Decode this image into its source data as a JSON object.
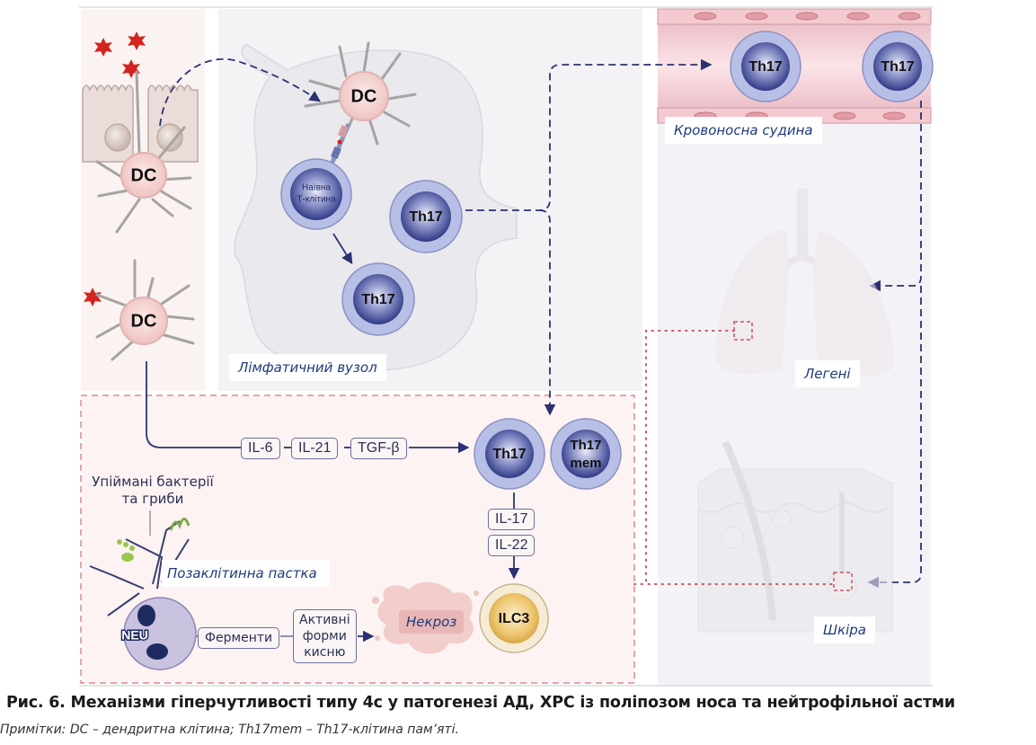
{
  "regions": {
    "lymph_node_label": "Лімфатичний вузол",
    "blood_vessel_label": "Кровоносна судина",
    "lungs_label": "Легені",
    "skin_label": "Шкіра"
  },
  "cells": {
    "dc_epithelium": "DC",
    "dc_lymph": "DC",
    "dc_tissue": "DC",
    "naive_t_line1": "Наївна",
    "naive_t_line2": "Т-клітина",
    "th17_node_right": "Th17",
    "th17_node_bottom": "Th17",
    "th17_vessel_1": "Th17",
    "th17_vessel_2": "Th17",
    "th17_tissue": "Th17",
    "th17mem_line1": "Th17",
    "th17mem_line2": "mem",
    "ilc3": "ILC3",
    "neu": "NEU"
  },
  "cytokines": {
    "il6": "IL-6",
    "il21": "IL-21",
    "tgfb": "TGF-β",
    "il17": "IL-17",
    "il22": "IL-22"
  },
  "tissue_labels": {
    "trapped_line1": "Упіймані бактерії",
    "trapped_line2": "та гриби",
    "net_trap": "Позаклітинна пастка",
    "enzymes": "Ферменти",
    "ros_line1": "Активні",
    "ros_line2": "форми",
    "ros_line3": "кисню",
    "necrosis": "Некроз"
  },
  "caption": {
    "title": "Рис. 6. Механізми гіперчутливості типу 4с у патогенезі АД, ХРС із поліпозом носа та нейтрофільної астми",
    "note": "Примітки: DC – дендритна клітина; Th17mem – Th17-клітина пам’яті."
  },
  "colors": {
    "arrow": "#2b3272",
    "dashed_border": "#d98a96",
    "dotted_red": "#d0555f",
    "label_text": "#1f3a7a",
    "th17_outer": "#aeb6e0",
    "th17_inner": "#3d4690",
    "dc_body": "#f1c9c7",
    "ilc3": "#e9c36e"
  }
}
